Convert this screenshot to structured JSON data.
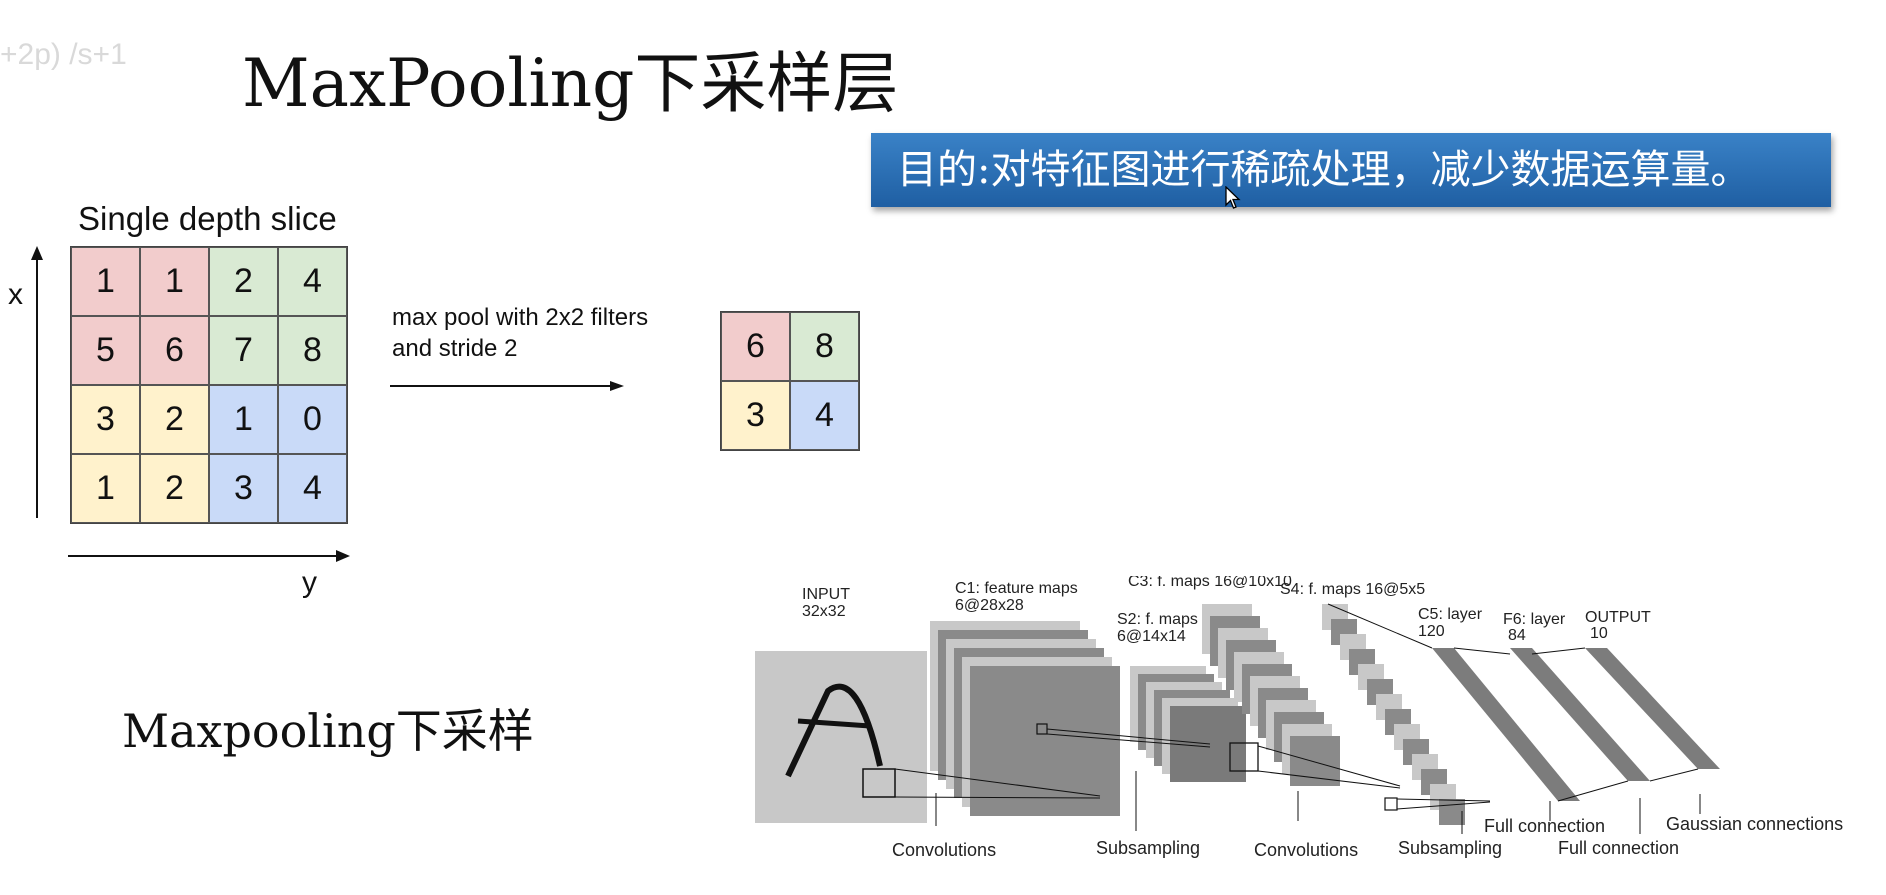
{
  "corner_text": "+2p) /s+1",
  "title": "MaxPooling下采样层",
  "banner": "目的:对特征图进行稀疏处理，减少数据运算量。",
  "pooling": {
    "title": "Single depth slice",
    "axis_x": "x",
    "axis_y": "y",
    "operation": [
      "max pool with 2x2 filters",
      "and stride 2"
    ],
    "input": [
      [
        "1",
        "1",
        "2",
        "4"
      ],
      [
        "5",
        "6",
        "7",
        "8"
      ],
      [
        "3",
        "2",
        "1",
        "0"
      ],
      [
        "1",
        "2",
        "3",
        "4"
      ]
    ],
    "output": [
      [
        "6",
        "8"
      ],
      [
        "3",
        "4"
      ]
    ],
    "colors": {
      "red": "#f2cccc",
      "green": "#d9ead3",
      "yellow": "#fff2cc",
      "blue": "#c9daf8"
    }
  },
  "subtitle": "Maxpooling下采样",
  "lenet": {
    "input": [
      "INPUT",
      "32x32"
    ],
    "c1": [
      "C1: feature maps",
      "6@28x28"
    ],
    "s2": [
      "S2: f. maps",
      "6@14x14"
    ],
    "c3": "C3: f. maps 16@10x10",
    "s4": "S4: f. maps 16@5x5",
    "c5": [
      "C5: layer",
      "120"
    ],
    "f6": [
      "F6: layer",
      "84"
    ],
    "output": [
      "OUTPUT",
      "10"
    ],
    "bottom": [
      "Convolutions",
      "Subsampling",
      "Convolutions",
      "Subsampling",
      "Full connection",
      "Full connection",
      "Gaussian connections"
    ]
  }
}
